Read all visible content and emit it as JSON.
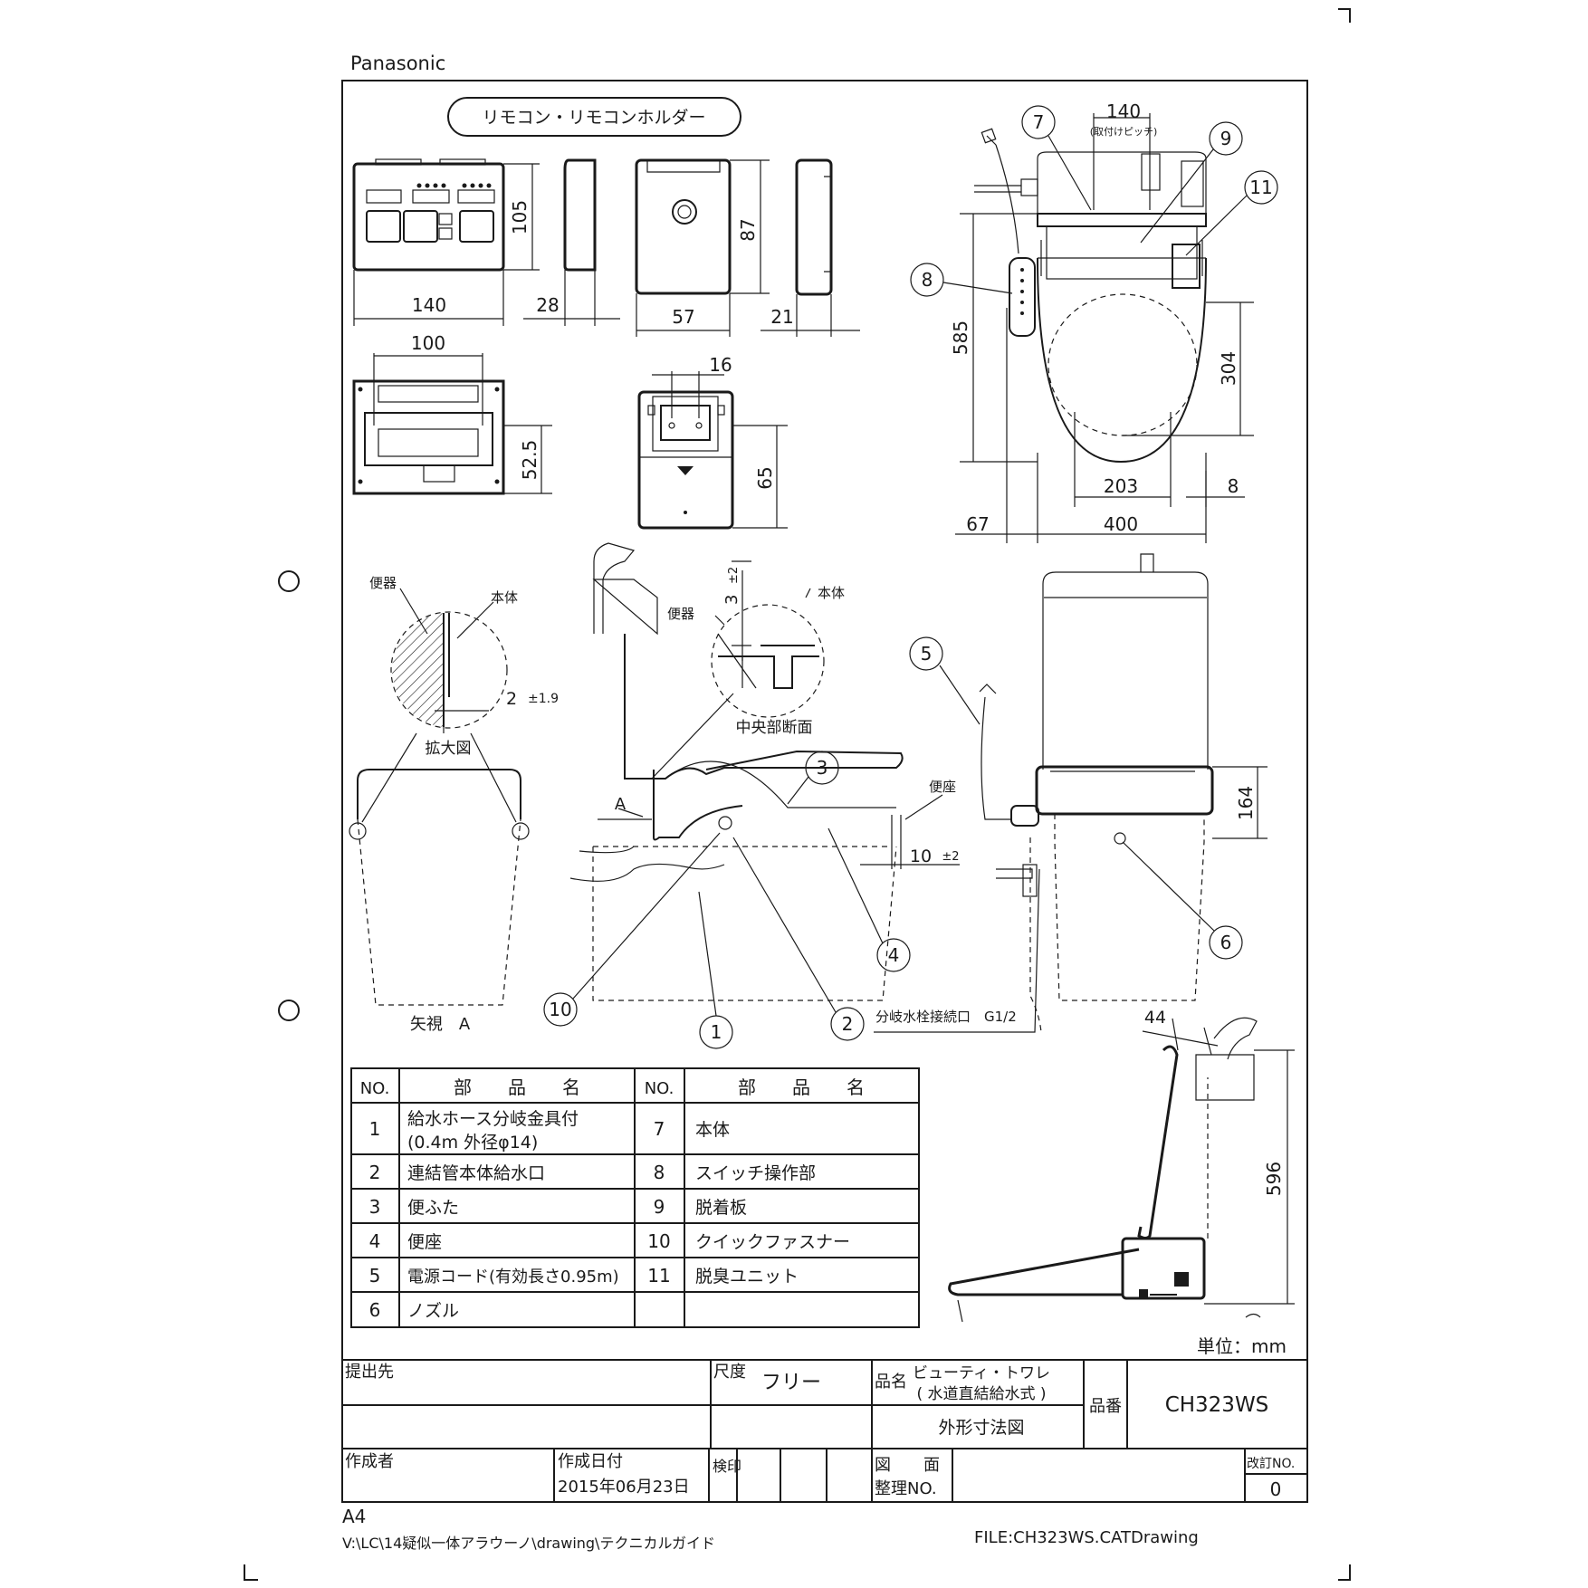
{
  "header": {
    "brand": "Panasonic"
  },
  "remote": {
    "section_title": "リモコン・リモコンホルダー",
    "dims": {
      "remote_width": "140",
      "remote_height": "105",
      "remote_depth": "28",
      "holder_width": "57",
      "holder_height": "87",
      "holder_depth": "21",
      "back_pitch": "100",
      "back_height": "52.5",
      "holder_back_width": "16",
      "holder_back_height": "65"
    }
  },
  "top_view": {
    "dims": {
      "pitch": "140",
      "pitch_note": "(取付けピッチ)",
      "total_length": "585",
      "seat_depth": "304",
      "seat_width": "203",
      "offset": "8",
      "left_offset": "67",
      "total_width": "400"
    },
    "callouts": [
      "7",
      "9",
      "11",
      "8"
    ]
  },
  "detail": {
    "toilet_label": "便器",
    "body_label": "本体",
    "gap": "2",
    "gap_tol": "±1.9",
    "enlarged_label": "拡大図",
    "arrow_view": "矢視　A",
    "center_toilet_label": "便器",
    "center_body_label": "本体",
    "center_dim": "3",
    "center_tol": "±2",
    "center_section": "中央部断面",
    "arrow_a": "A",
    "seat_label": "便座",
    "clearance": "10",
    "clearance_tol": "±2",
    "callouts": [
      "3",
      "4",
      "10",
      "1",
      "2"
    ]
  },
  "front_view": {
    "height": "164",
    "connection": "分岐水栓接続口　G1/2",
    "callouts": [
      "5",
      "6"
    ]
  },
  "side_view": {
    "depth": "44",
    "height": "596"
  },
  "parts_table": {
    "headers": {
      "no": "NO.",
      "name": "部　　品　　名"
    },
    "rows": [
      {
        "no_l": "1",
        "name_l": "給水ホース分岐金具付",
        "name_l2": "(0.4m  外径φ14)",
        "no_r": "7",
        "name_r": "本体"
      },
      {
        "no_l": "2",
        "name_l": "連結管本体給水口",
        "name_l2": "",
        "no_r": "8",
        "name_r": "スイッチ操作部"
      },
      {
        "no_l": "3",
        "name_l": "便ふた",
        "name_l2": "",
        "no_r": "9",
        "name_r": "脱着板"
      },
      {
        "no_l": "4",
        "name_l": "便座",
        "name_l2": "",
        "no_r": "10",
        "name_r": "クイックファスナー"
      },
      {
        "no_l": "5",
        "name_l": "電源コード(有効長さ0.95m)",
        "name_l2": "",
        "no_r": "11",
        "name_r": "脱臭ユニット"
      },
      {
        "no_l": "6",
        "name_l": "ノズル",
        "name_l2": "",
        "no_r": "",
        "name_r": ""
      }
    ]
  },
  "title_block": {
    "unit": "単位：mm",
    "submit_to": "提出先",
    "scale_label": "尺度",
    "scale_value": "フリー",
    "product_label": "品名",
    "product_name": "ビューティ・トワレ",
    "product_sub": "( 水道直結給水式 )",
    "drawing_title": "外形寸法図",
    "part_no_label": "品番",
    "part_no": "CH323WS",
    "author_label": "作成者",
    "date_label": "作成日付",
    "date_value": "2015年06月23日",
    "check_label": "検印",
    "dwg_label_1": "図　　面",
    "dwg_label_2": "整理NO.",
    "rev_label": "改訂NO.",
    "rev_value": "0"
  },
  "footer": {
    "paper": "A4",
    "path": "V:\\LC\\14疑似一体アラウーノ\\drawing\\テクニカルガイド",
    "file": "FILE:CH323WS.CATDrawing"
  }
}
